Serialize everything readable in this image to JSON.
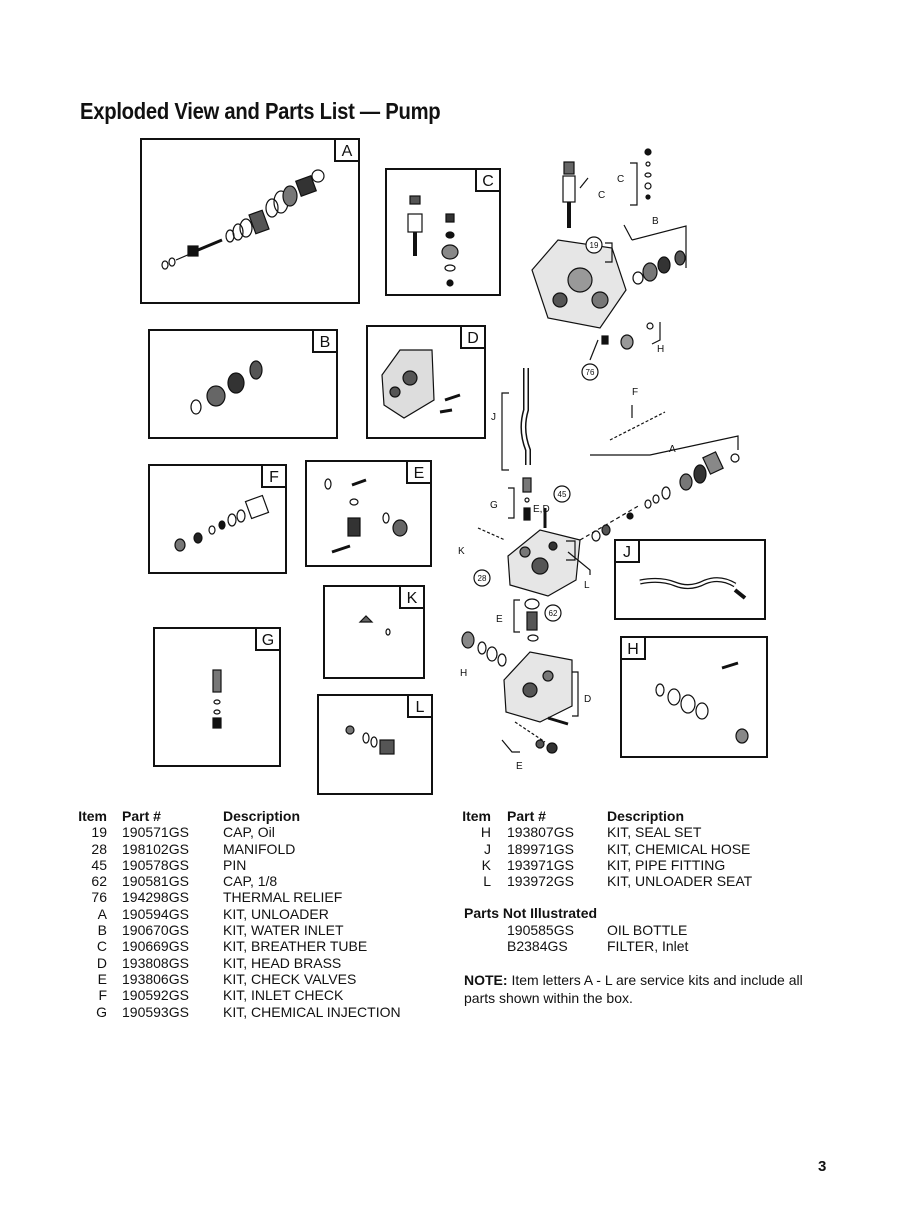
{
  "page": {
    "title": "Exploded View and Parts List — Pump",
    "page_number": "3"
  },
  "kit_boxes": {
    "A": "A",
    "B": "B",
    "C": "C",
    "D": "D",
    "E": "E",
    "F": "F",
    "G": "G",
    "H": "H",
    "J": "J",
    "K": "K",
    "L": "L"
  },
  "callouts": {
    "c19": "19",
    "c76": "76",
    "c45": "45",
    "c28": "28",
    "c62": "62",
    "lC": "C",
    "lC2": "C",
    "lB": "B",
    "lH": "H",
    "lF": "F",
    "lA": "A",
    "lJ": "J",
    "lG": "G",
    "lED": "E,D",
    "lK": "K",
    "lL": "L",
    "lE": "E",
    "lH2": "H",
    "lD": "D",
    "lE2": "E"
  },
  "parts_left": {
    "headers": {
      "item": "Item",
      "part": "Part #",
      "desc": "Description"
    },
    "rows": [
      {
        "item": "19",
        "part": "190571GS",
        "desc": "CAP, Oil"
      },
      {
        "item": "28",
        "part": "198102GS",
        "desc": "MANIFOLD"
      },
      {
        "item": "45",
        "part": "190578GS",
        "desc": "PIN"
      },
      {
        "item": "62",
        "part": "190581GS",
        "desc": "CAP, 1/8"
      },
      {
        "item": "76",
        "part": "194298GS",
        "desc": "THERMAL RELIEF"
      },
      {
        "item": "A",
        "part": "190594GS",
        "desc": "KIT, UNLOADER"
      },
      {
        "item": "B",
        "part": "190670GS",
        "desc": "KIT, WATER INLET"
      },
      {
        "item": "C",
        "part": "190669GS",
        "desc": "KIT, BREATHER TUBE"
      },
      {
        "item": "D",
        "part": "193808GS",
        "desc": "KIT, HEAD BRASS"
      },
      {
        "item": "E",
        "part": "193806GS",
        "desc": "KIT, CHECK VALVES"
      },
      {
        "item": "F",
        "part": "190592GS",
        "desc": "KIT, INLET CHECK"
      },
      {
        "item": "G",
        "part": "190593GS",
        "desc": "KIT, CHEMICAL INJECTION"
      }
    ]
  },
  "parts_right": {
    "headers": {
      "item": "Item",
      "part": "Part #",
      "desc": "Description"
    },
    "rows": [
      {
        "item": "H",
        "part": "193807GS",
        "desc": "KIT, SEAL SET"
      },
      {
        "item": "J",
        "part": "189971GS",
        "desc": "KIT, CHEMICAL HOSE"
      },
      {
        "item": "K",
        "part": "193971GS",
        "desc": "KIT,  PIPE FITTING"
      },
      {
        "item": "L",
        "part": "193972GS",
        "desc": "KIT, UNLOADER SEAT"
      }
    ]
  },
  "not_illustrated": {
    "title": "Parts Not Illustrated",
    "rows": [
      {
        "part": "190585GS",
        "desc": "OIL BOTTLE"
      },
      {
        "part": "B2384GS",
        "desc": "FILTER, Inlet"
      }
    ]
  },
  "note": {
    "label": "NOTE:",
    "text": " Item letters A - L are service kits and include all parts shown within the box."
  }
}
